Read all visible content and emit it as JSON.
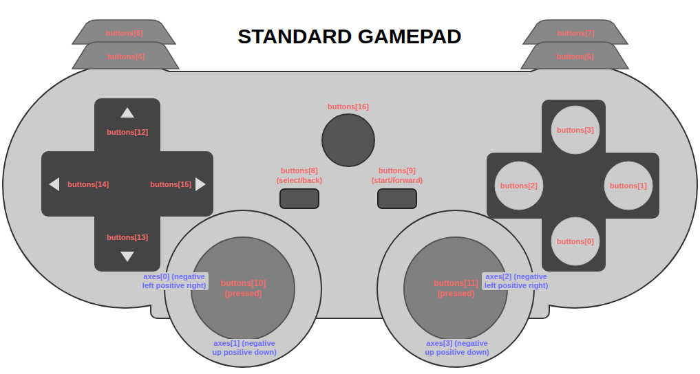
{
  "diagram": {
    "title": "STANDARD GAMEPAD",
    "nodes": [
      {
        "text": [
          "buttons[6]"
        ]
      },
      {
        "text": [
          "buttons[7]"
        ]
      },
      {
        "text": [
          "buttons[4]"
        ]
      },
      {
        "text": [
          "buttons[5]"
        ]
      },
      {
        "text": [
          "buttons[12]"
        ]
      },
      {
        "text": [
          "buttons[14]"
        ]
      },
      {
        "text": [
          "buttons[15]"
        ]
      },
      {
        "text": [
          "buttons[13]"
        ]
      },
      {
        "text": [
          "buttons[16]"
        ]
      },
      {
        "text": [
          "buttons[8] (select/back)"
        ]
      },
      {
        "text": [
          "buttons[9] (start/forward)"
        ]
      },
      {
        "text": [
          "buttons[3]"
        ]
      },
      {
        "text": [
          "buttons[2]"
        ]
      },
      {
        "text": [
          "buttons[1]"
        ]
      },
      {
        "text": [
          "buttons[0]"
        ]
      },
      {
        "text": [
          "buttons[10] (pressed)"
        ]
      },
      {
        "text": [
          "buttons[11] (pressed)"
        ]
      }
    ],
    "labels": [
      "axes[0] (negative left positive right)",
      "axes[1] (negative up positive down)",
      "axes[2] (negative left positive right)",
      "axes[3] (negative up positive down)"
    ]
  }
}
